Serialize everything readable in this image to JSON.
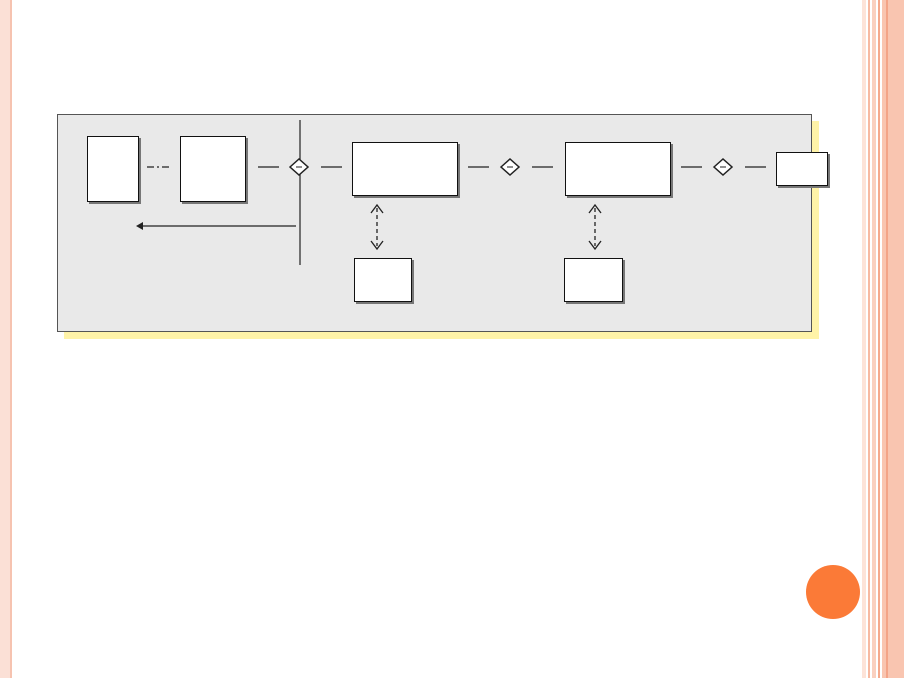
{
  "slide": {
    "accent_color": "#fb7a37",
    "frame_color": "#f9c5b0",
    "panel_color": "#e9e9e9",
    "panel_shadow_color": "#fff3a8"
  },
  "diagram": {
    "boxes": [
      {
        "id": "box-1",
        "text": ""
      },
      {
        "id": "box-2",
        "text": ""
      },
      {
        "id": "box-3",
        "text": ""
      },
      {
        "id": "box-4",
        "text": ""
      },
      {
        "id": "box-5",
        "text": ""
      },
      {
        "id": "box-6",
        "text": ""
      },
      {
        "id": "box-7",
        "text": ""
      }
    ],
    "connector_symbols": [
      "diamond",
      "diamond",
      "diamond"
    ],
    "icons": [
      "left-arrow",
      "up-down-arrow",
      "up-down-arrow"
    ]
  }
}
